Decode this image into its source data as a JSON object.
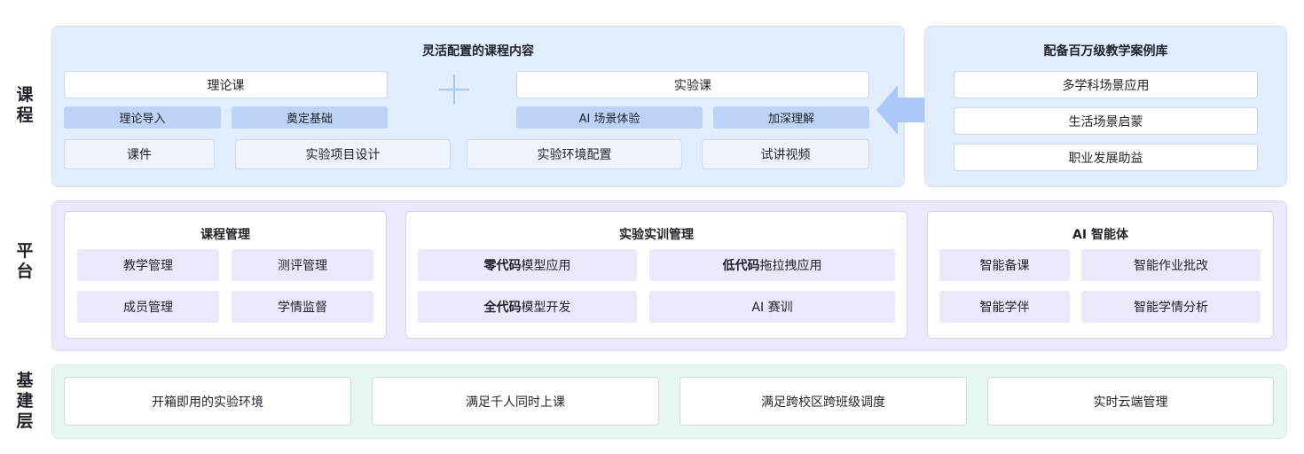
{
  "course": {
    "side_label": "课\n程",
    "flex": {
      "title": "灵活配置的课程内容",
      "theory_label": "理论课",
      "experiment_label": "实验课",
      "theory_tags": [
        "理论导入",
        "奠定基础"
      ],
      "experiment_tags": [
        "AI 场景体验",
        "加深理解"
      ],
      "resources": [
        "课件",
        "实验项目设计",
        "实验环境配置",
        "试讲视频"
      ]
    },
    "cases": {
      "title": "配备百万级教学案例库",
      "items": [
        "多学科场景应用",
        "生活场景启蒙",
        "职业发展助益"
      ]
    }
  },
  "platform": {
    "side_label": "平\n台",
    "course_mgmt": {
      "title": "课程管理",
      "items": [
        "教学管理",
        "测评管理",
        "成员管理",
        "学情监督"
      ]
    },
    "lab_mgmt": {
      "title": "实验实训管理",
      "items": [
        {
          "bold": "零代码",
          "rest": "模型应用"
        },
        {
          "bold": "低代码",
          "rest": "拖拉拽应用"
        },
        {
          "bold": "全代码",
          "rest": "模型开发"
        },
        {
          "bold": "",
          "rest": "AI 赛训"
        }
      ]
    },
    "agent": {
      "title": "AI 智能体",
      "items": [
        "智能备课",
        "智能作业批改",
        "智能学伴",
        "智能学情分析"
      ]
    }
  },
  "infra": {
    "side_label": "基\n建\n层",
    "items": [
      "开箱即用的实验环境",
      "满足千人同时上课",
      "满足跨校区跨班级调度",
      "实时云端管理"
    ]
  },
  "colors": {
    "blue_panel": "#e1ecfc",
    "purple_panel": "#ebe8fb",
    "teal_panel": "#e7f5f3",
    "tag_blue": "#bcd3f7",
    "arrow_blue": "#a9c8f5"
  }
}
